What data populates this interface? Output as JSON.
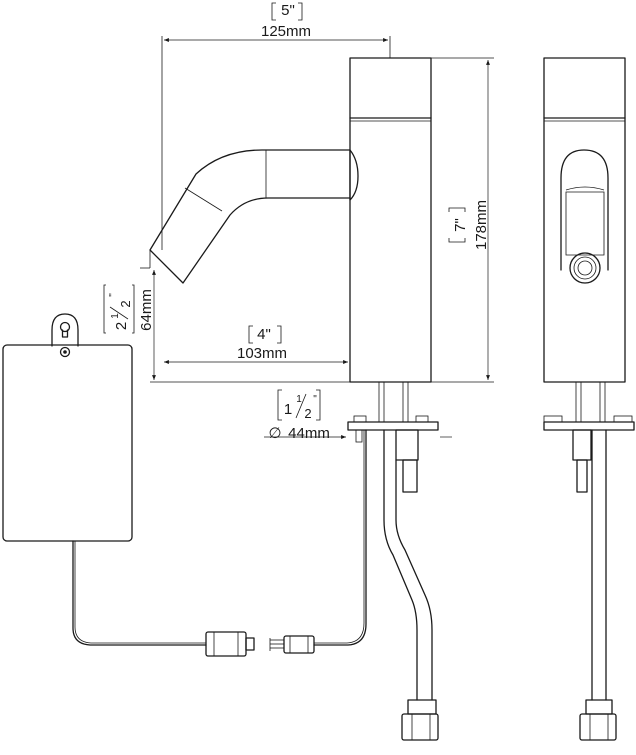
{
  "dimensions": {
    "width_total": {
      "inch": "5\"",
      "mm": "125mm"
    },
    "height": {
      "inch": "7\"",
      "mm": "178mm"
    },
    "spout_height": {
      "inch_whole": "2",
      "inch_frac_num": "1",
      "inch_frac_den": "2",
      "inch_mark": "\"",
      "mm": "64mm"
    },
    "reach": {
      "inch": "4\"",
      "mm": "103mm"
    },
    "base_diameter": {
      "inch_whole": "1",
      "inch_frac_num": "1",
      "inch_frac_den": "2",
      "inch_mark": "\"",
      "mm": "44mm",
      "symbol": "∅"
    }
  },
  "colors": {
    "line": "#1a1a1a",
    "background": "#ffffff"
  }
}
